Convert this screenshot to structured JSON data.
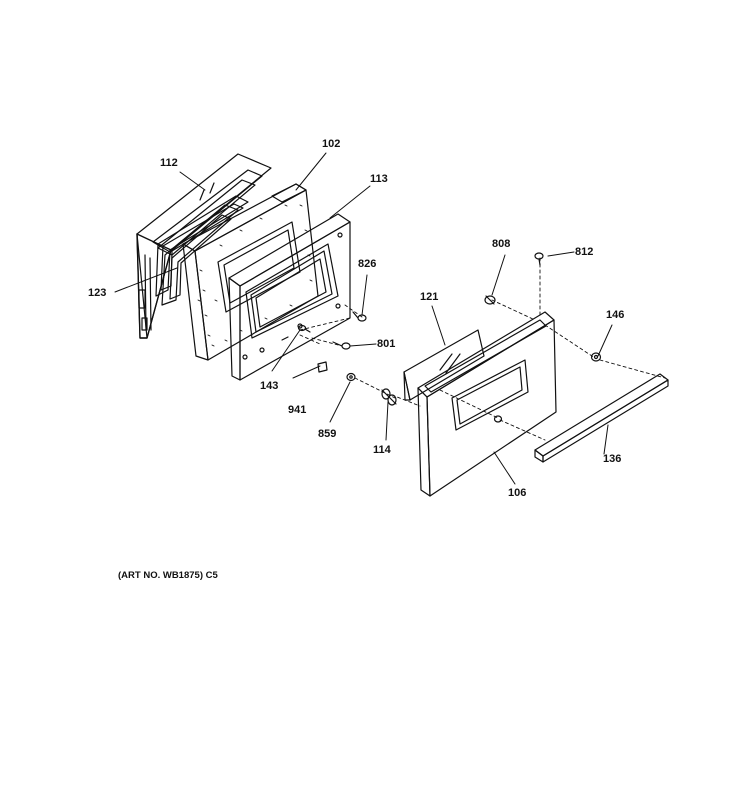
{
  "callouts": {
    "c112": "112",
    "c102": "102",
    "c113": "113",
    "c123": "123",
    "c826": "826",
    "c808": "808",
    "c812": "812",
    "c121": "121",
    "c146": "146",
    "c801": "801",
    "c143": "143",
    "c941": "941",
    "c859": "859",
    "c114": "114",
    "c136": "136",
    "c106": "106"
  },
  "footer": {
    "art_number": "(ART NO. WB1875) C5"
  },
  "colors": {
    "ink": "#111111",
    "paper": "#ffffff"
  }
}
